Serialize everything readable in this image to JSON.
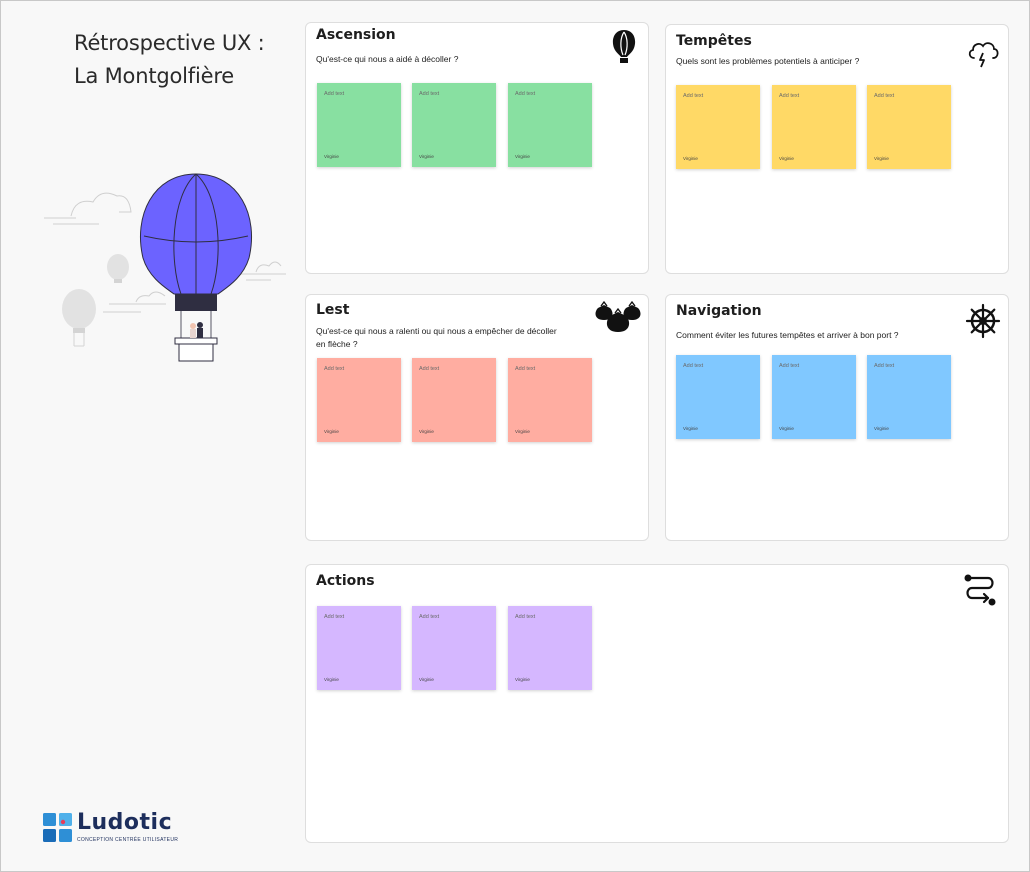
{
  "board": {
    "title_line1": "Rétrospective UX :",
    "title_line2": "La Montgolfière"
  },
  "logo": {
    "name": "Ludotic",
    "tagline": "CONCEPTION CENTRÉE UTILISATEUR"
  },
  "frames": {
    "ascension": {
      "title": "Ascension",
      "question": "Qu'est-ce qui nous a aidé à décoller ?",
      "icon": "hot-air-balloon-icon",
      "stickies": [
        {
          "placeholder": "Add text",
          "author": "Virginie"
        },
        {
          "placeholder": "Add text",
          "author": "Virginie"
        },
        {
          "placeholder": "Add text",
          "author": "Virginie"
        }
      ]
    },
    "tempetes": {
      "title": "Tempêtes",
      "question": "Quels sont les problèmes potentiels à anticiper ?",
      "icon": "storm-cloud-icon",
      "stickies": [
        {
          "placeholder": "Add text",
          "author": "Virginie"
        },
        {
          "placeholder": "Add text",
          "author": "Virginie"
        },
        {
          "placeholder": "Add text",
          "author": "Virginie"
        }
      ]
    },
    "lest": {
      "title": "Lest",
      "question": "Qu'est-ce qui nous a ralenti ou qui nous a empêcher de décoller en flèche ?",
      "icon": "sandbags-icon",
      "stickies": [
        {
          "placeholder": "Add text",
          "author": "Virginie"
        },
        {
          "placeholder": "Add text",
          "author": "Virginie"
        },
        {
          "placeholder": "Add text",
          "author": "Virginie"
        }
      ]
    },
    "navigation": {
      "title": "Navigation",
      "question": "Comment éviter les futures tempêtes et arriver à bon port ?",
      "icon": "ship-wheel-icon",
      "stickies": [
        {
          "placeholder": "Add text",
          "author": "Virginie"
        },
        {
          "placeholder": "Add text",
          "author": "Virginie"
        },
        {
          "placeholder": "Add text",
          "author": "Virginie"
        }
      ]
    },
    "actions": {
      "title": "Actions",
      "icon": "route-icon",
      "stickies": [
        {
          "placeholder": "Add text",
          "author": "Virginie"
        },
        {
          "placeholder": "Add text",
          "author": "Virginie"
        },
        {
          "placeholder": "Add text",
          "author": "Virginie"
        }
      ]
    }
  },
  "colors": {
    "ascension": "#88e0a1",
    "tempetes": "#ffd966",
    "lest": "#ffada1",
    "navigation": "#80c8ff",
    "actions": "#d5b7ff",
    "balloon": "#6c63ff"
  }
}
